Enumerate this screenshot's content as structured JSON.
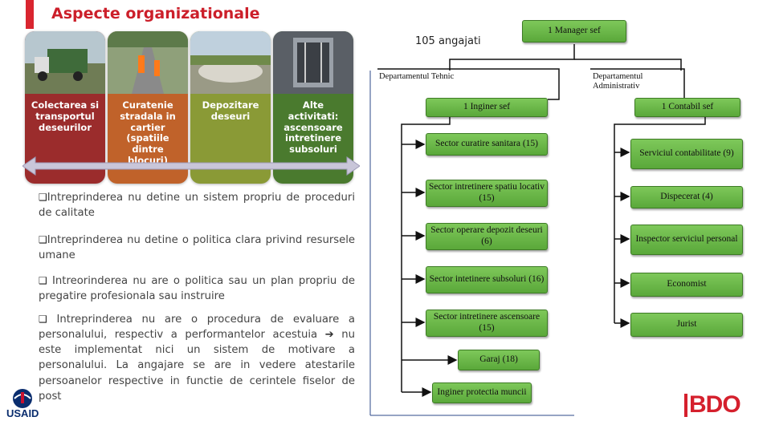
{
  "header": {
    "title": "Aspecte organizationale"
  },
  "org": {
    "employees": "105 angajati",
    "manager": "1 Manager sef",
    "dept_technical": "Departamentul Tehnic",
    "dept_admin": "Departamentul Administrativ",
    "chief_engineer": "1 Inginer sef",
    "chief_accountant": "1 Contabil sef",
    "technical_units": [
      "Sector curatire sanitara (15)",
      "Sector intretinere spatiu locativ (15)",
      "Sector operare depozit deseuri (6)",
      "Sector intetinere subsoluri (16)",
      "Sector intretinere ascensoare (15)",
      "Garaj (18)",
      "Inginer protectia muncii"
    ],
    "admin_units": [
      "Serviciul contabilitate (9)",
      "Dispecerat (4)",
      "Inspector serviciul personal",
      "Economist",
      "Jurist"
    ]
  },
  "activities": [
    {
      "label": "Colectarea si transportul deseurilor",
      "color": "#9b2c2c"
    },
    {
      "label": "Curatenie stradala in cartier (spatiile dintre blocuri)",
      "color": "#c0622a"
    },
    {
      "label": "Depozitare deseuri",
      "color": "#8a9a36"
    },
    {
      "label": "Alte activitati: ascensoare intretinere subsoluri",
      "color": "#4a7a2e"
    }
  ],
  "bullets": [
    "Intreprinderea nu detine un sistem propriu de proceduri de calitate",
    "Intreprinderea nu detine o politica clara privind resursele umane",
    " Intreorinderea nu are o politica sau un plan propriu de pregatire profesionala sau instruire",
    " Intreprinderea nu are o procedura de evaluare a personalului, respectiv a performantelor acestuia ",
    " nu este implementat nici un sistem de motivare a personalului. La angajare se are in vedere atestarile persoanelor respective in functie de cerintele fiselor de post"
  ],
  "logos": {
    "bdo": "BDO",
    "usaid": "USAID",
    "brand_red": "#d5202d"
  }
}
